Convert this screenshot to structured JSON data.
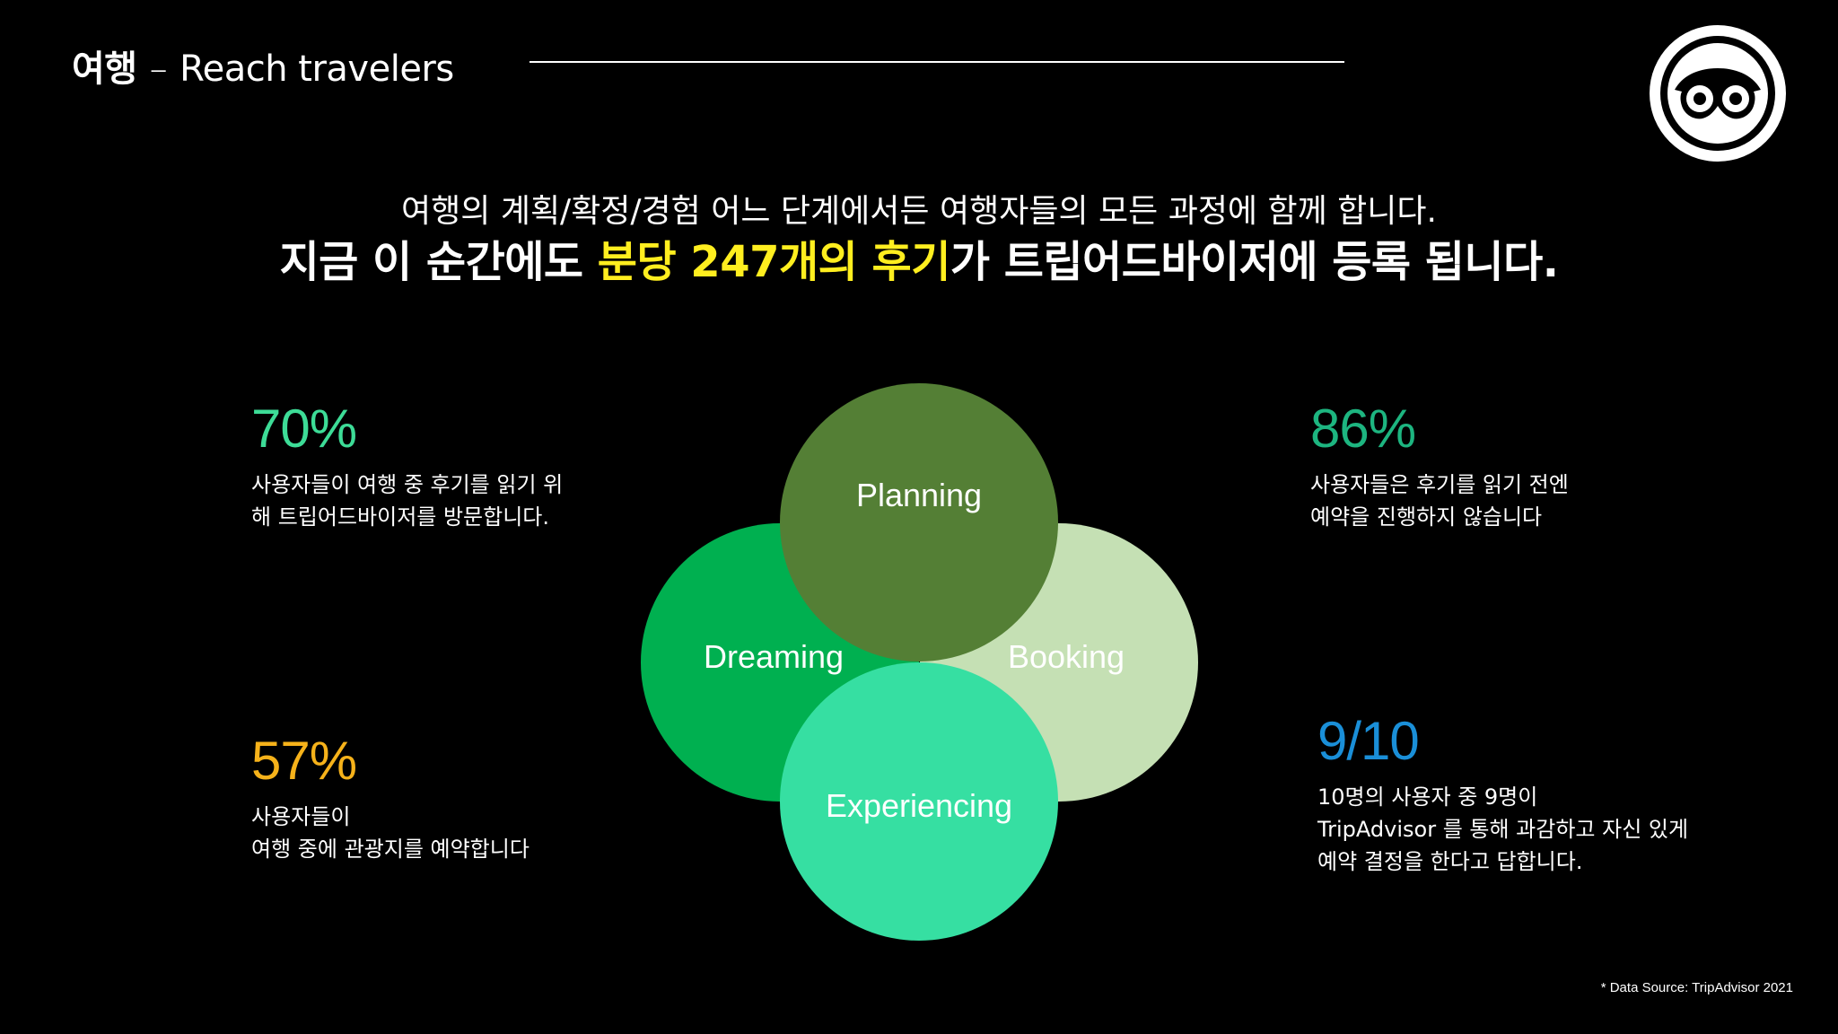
{
  "header": {
    "title_ko": "여행",
    "title_dash": "–",
    "title_en": "Reach travelers"
  },
  "logo": {
    "icon": "owl-eyes-icon",
    "color": "#ffffff"
  },
  "headline": {
    "line1": "여행의 계획/확정/경험 어느 단계에서든 여행자들의 모든 과정에 함께 합니다.",
    "line2_pre": "지금 이 순간에도 ",
    "line2_highlight": "분당 247개의 후기",
    "line2_post": "가 트립어드바이저에 등록 됩니다.",
    "highlight_color": "#ffee1f"
  },
  "stats": {
    "s70": {
      "value": "70%",
      "color": "#3ddc97",
      "line1": "사용자들이 여행 중 후기를 읽기 위",
      "line2": "해 트립어드바이저를 방문합니다."
    },
    "s57": {
      "value": "57%",
      "color": "#f6b21a",
      "line1": "사용자들이",
      "line2": "여행 중에 관광지를 예약합니다"
    },
    "s86": {
      "value": "86%",
      "color": "#1db580",
      "line1": "사용자들은 후기를 읽기 전엔",
      "line2": "예약을 진행하지 않습니다"
    },
    "s910": {
      "value": "9/10",
      "color": "#1a8fd8",
      "line1": "10명의 사용자 중 9명이",
      "line2": "TripAdvisor 를 통해 과감하고 자신 있게",
      "line3": "예약 결정을 한다고 답합니다."
    }
  },
  "venn": {
    "planning": {
      "label": "Planning",
      "color": "#547f35"
    },
    "dreaming": {
      "label": "Dreaming",
      "color": "#00b050"
    },
    "booking": {
      "label": "Booking",
      "color": "#c5e0b4"
    },
    "experiencing": {
      "label": "Experiencing",
      "color": "#36dfa2"
    }
  },
  "source": "* Data Source: TripAdvisor 2021"
}
